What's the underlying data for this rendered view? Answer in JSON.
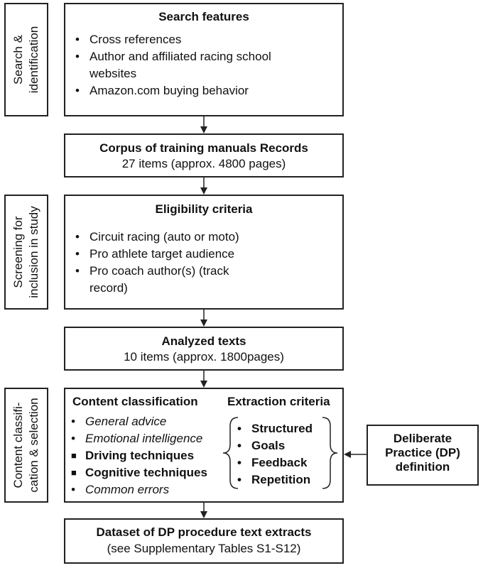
{
  "side_labels": [
    {
      "line1": "Search &",
      "line2": "identification"
    },
    {
      "line1": "Screening for",
      "line2": "inclusion in study"
    },
    {
      "line1": "Content classifi-",
      "line2": "cation & selection"
    }
  ],
  "search_features": {
    "title": "Search features",
    "items": [
      "Cross references",
      "Author and affiliated racing school",
      "websites",
      "Amazon.com buying behavior"
    ]
  },
  "corpus": {
    "title": "Corpus of training manuals Records",
    "subtitle": "27 items (approx. 4800 pages)"
  },
  "eligibility": {
    "title": "Eligibility criteria",
    "items": [
      "Circuit racing (auto or moto)",
      "Pro athlete target audience",
      "Pro coach author(s) (track",
      "record)"
    ]
  },
  "analyzed": {
    "title": "Analyzed texts",
    "subtitle": "10 items (approx. 1800pages)"
  },
  "classification": {
    "left_title": "Content classification",
    "right_title": "Extraction criteria",
    "left_items": [
      "General advice",
      "Emotional intelligence",
      "Driving techniques",
      "Cognitive techniques",
      "Common errors"
    ],
    "right_items": [
      "Structured",
      "Goals",
      "Feedback",
      "Repetition"
    ]
  },
  "deliberate": {
    "line1": "Deliberate",
    "line2": "Practice (DP)",
    "line3": "definition"
  },
  "dataset": {
    "title": "Dataset of DP procedure text extracts",
    "subtitle": "(see Supplementary Tables S1-S12)"
  }
}
